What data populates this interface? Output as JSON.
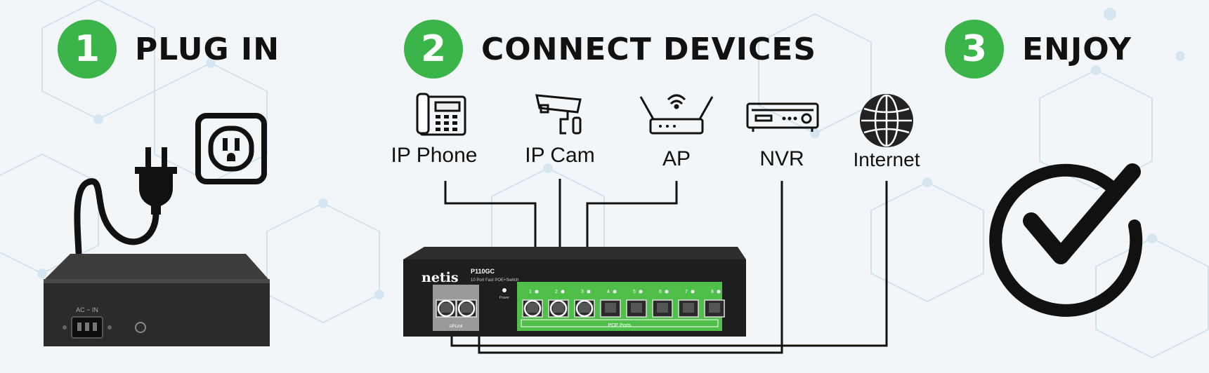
{
  "steps": [
    {
      "number": "1",
      "title": "PLUG IN"
    },
    {
      "number": "2",
      "title": "CONNECT DEVICES"
    },
    {
      "number": "3",
      "title": "ENJOY"
    }
  ],
  "devices": [
    {
      "label": "IP Phone",
      "icon": "ip-phone-icon"
    },
    {
      "label": "IP Cam",
      "icon": "ip-camera-icon"
    },
    {
      "label": "AP",
      "icon": "access-point-icon"
    },
    {
      "label": "NVR",
      "icon": "nvr-icon"
    },
    {
      "label": "Internet",
      "icon": "globe-icon"
    }
  ],
  "switch": {
    "brand": "netis",
    "model": "P110GC",
    "subtitle": "10 Port Fast POE+Switch",
    "poe_label": "POE Ports",
    "port_numbers": [
      "1",
      "2",
      "3",
      "4",
      "5",
      "6",
      "7",
      "8"
    ],
    "uplink_label": "UPLink",
    "power_label": "Power"
  },
  "power_unit": {
    "label": "AC ~ IN"
  },
  "colors": {
    "accent": "#3bb54a",
    "port_panel": "#4fbf4a",
    "dark": "#111111"
  }
}
